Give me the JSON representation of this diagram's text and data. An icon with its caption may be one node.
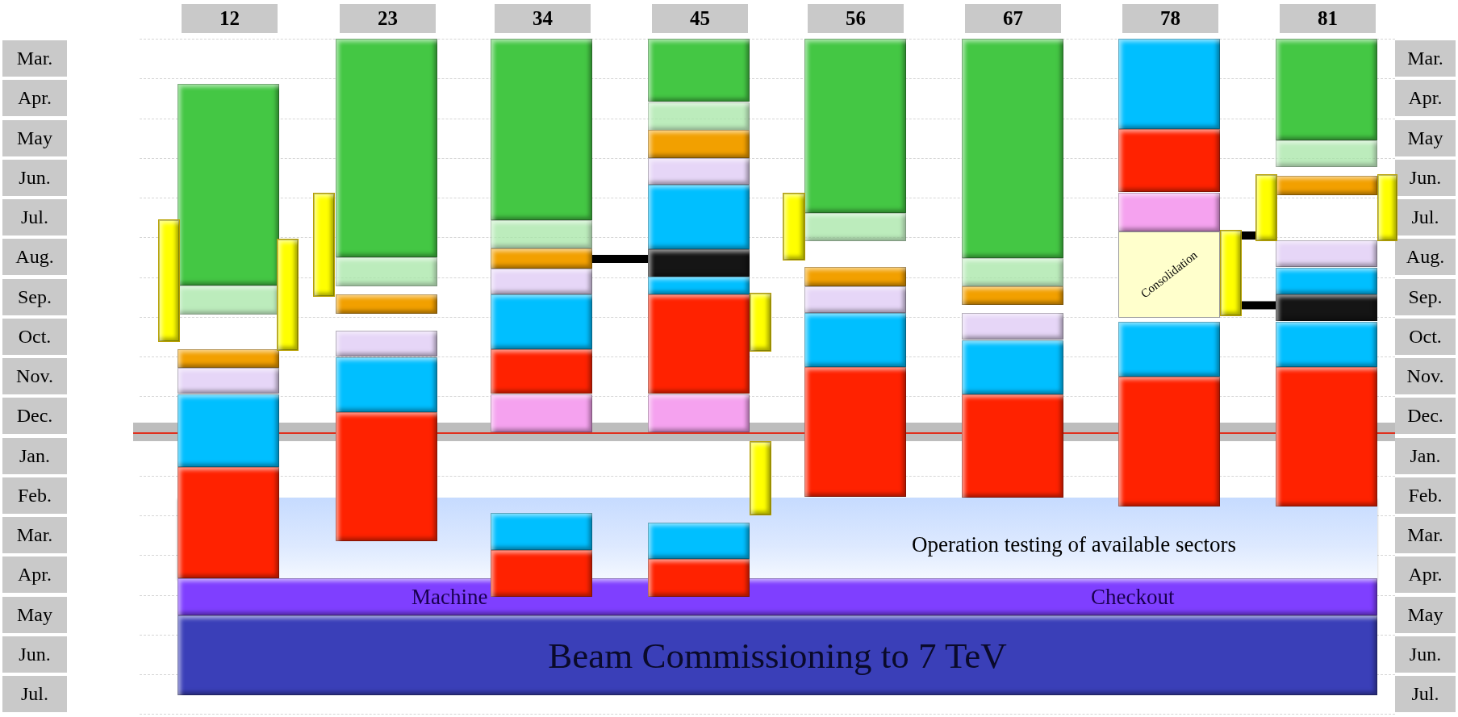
{
  "diagram": {
    "nodes": [
      {
        "text": [
          "12"
        ]
      },
      {
        "text": [
          "23"
        ]
      },
      {
        "text": [
          "34"
        ]
      },
      {
        "text": [
          "45"
        ]
      },
      {
        "text": [
          "56"
        ]
      },
      {
        "text": [
          "67"
        ]
      },
      {
        "text": [
          "78"
        ]
      },
      {
        "text": [
          "81"
        ]
      },
      {
        "text": [
          "Mar."
        ]
      },
      {
        "text": [
          "Apr."
        ]
      },
      {
        "text": [
          "May"
        ]
      },
      {
        "text": [
          "Jun."
        ]
      },
      {
        "text": [
          "Jul."
        ]
      },
      {
        "text": [
          "Aug."
        ]
      },
      {
        "text": [
          "Sep."
        ]
      },
      {
        "text": [
          "Oct."
        ]
      },
      {
        "text": [
          "Nov."
        ]
      },
      {
        "text": [
          "Dec."
        ]
      },
      {
        "text": [
          "Jan."
        ]
      },
      {
        "text": [
          "Feb."
        ]
      },
      {
        "text": [
          "Mar."
        ]
      },
      {
        "text": [
          "Apr."
        ]
      },
      {
        "text": [
          "May"
        ]
      },
      {
        "text": [
          "Jun."
        ]
      },
      {
        "text": [
          "Jul."
        ]
      },
      {
        "text": [
          "Mar."
        ]
      },
      {
        "text": [
          "Apr."
        ]
      },
      {
        "text": [
          "May"
        ]
      },
      {
        "text": [
          "Jun."
        ]
      },
      {
        "text": [
          "Jul."
        ]
      },
      {
        "text": [
          "Aug."
        ]
      },
      {
        "text": [
          "Sep."
        ]
      },
      {
        "text": [
          "Oct."
        ]
      },
      {
        "text": [
          "Nov."
        ]
      },
      {
        "text": [
          "Dec."
        ]
      },
      {
        "text": [
          "Jan."
        ]
      },
      {
        "text": [
          "Feb."
        ]
      },
      {
        "text": [
          "Mar."
        ]
      },
      {
        "text": [
          "Apr."
        ]
      },
      {
        "text": [
          "May"
        ]
      },
      {
        "text": [
          "Jun."
        ]
      },
      {
        "text": [
          "Jul."
        ]
      },
      {
        "text": [
          "Operation testing of available sectors"
        ]
      },
      {
        "text": [
          "Machine",
          "Checkout"
        ]
      },
      {
        "text": [
          "Beam Commissioning to 7 TeV"
        ]
      },
      {
        "text": [
          "Consolidation"
        ]
      },
      {
        "text": [],
        "shape": "bar"
      },
      {
        "text": [],
        "shape": "bar"
      },
      {
        "text": [],
        "shape": "bar"
      },
      {
        "text": [],
        "shape": "bar"
      },
      {
        "text": [],
        "shape": "bar"
      },
      {
        "text": [],
        "shape": "bar"
      },
      {
        "text": [],
        "shape": "bar"
      },
      {
        "text": [],
        "shape": "bar"
      },
      {
        "text": [],
        "shape": "bar"
      },
      {
        "text": [],
        "shape": "bar"
      },
      {
        "text": [],
        "shape": "bar"
      },
      {
        "text": [],
        "shape": "bar"
      },
      {
        "text": [],
        "shape": "bar"
      },
      {
        "text": [],
        "shape": "bar"
      },
      {
        "text": [],
        "shape": "bar"
      },
      {
        "text": [],
        "shape": "bar"
      },
      {
        "text": [],
        "shape": "bar"
      },
      {
        "text": [],
        "shape": "bar"
      },
      {
        "text": [],
        "shape": "bar"
      },
      {
        "text": [],
        "shape": "bar"
      },
      {
        "text": [],
        "shape": "bar"
      },
      {
        "text": [],
        "shape": "bar"
      },
      {
        "text": [],
        "shape": "bar"
      },
      {
        "text": [],
        "shape": "bar"
      },
      {
        "text": [],
        "shape": "bar"
      },
      {
        "text": [],
        "shape": "bar"
      },
      {
        "text": [],
        "shape": "bar"
      },
      {
        "text": [],
        "shape": "bar"
      },
      {
        "text": [],
        "shape": "bar"
      },
      {
        "text": [],
        "shape": "bar"
      },
      {
        "text": [],
        "shape": "bar"
      },
      {
        "text": [],
        "shape": "bar"
      },
      {
        "text": [],
        "shape": "bar"
      },
      {
        "text": [],
        "shape": "bar"
      },
      {
        "text": [],
        "shape": "bar"
      },
      {
        "text": [],
        "shape": "bar"
      },
      {
        "text": [],
        "shape": "bar"
      },
      {
        "text": [],
        "shape": "bar"
      },
      {
        "text": [],
        "shape": "bar"
      },
      {
        "text": [],
        "shape": "bar"
      },
      {
        "text": [],
        "shape": "bar"
      },
      {
        "text": [],
        "shape": "bar"
      },
      {
        "text": [],
        "shape": "bar"
      },
      {
        "text": [],
        "shape": "bar"
      },
      {
        "text": [],
        "shape": "bar"
      },
      {
        "text": [],
        "shape": "bar"
      },
      {
        "text": [],
        "shape": "bar"
      },
      {
        "text": [],
        "shape": "bar"
      },
      {
        "text": [],
        "shape": "bar"
      },
      {
        "text": [],
        "shape": "bar"
      },
      {
        "text": [],
        "shape": "bar"
      },
      {
        "text": [],
        "shape": "bar"
      },
      {
        "text": [],
        "shape": "bar"
      },
      {
        "text": [],
        "shape": "bar"
      },
      {
        "text": [],
        "shape": "bar"
      },
      {
        "text": [],
        "shape": "bar"
      },
      {
        "text": [],
        "shape": "bar"
      },
      {
        "text": [],
        "shape": "bar"
      },
      {
        "text": [],
        "shape": "bar"
      },
      {
        "text": [],
        "shape": "bar"
      },
      {
        "text": [],
        "shape": "bar"
      },
      {
        "text": [],
        "shape": "bar"
      },
      {
        "text": [],
        "shape": "bar"
      },
      {
        "text": [],
        "shape": "bar"
      },
      {
        "text": [],
        "shape": "bar"
      },
      {
        "text": [],
        "shape": "bar"
      }
    ],
    "edges": [
      {
        "from": 63,
        "to": 75,
        "arrow": "none"
      },
      {
        "from": 101,
        "to": 110,
        "arrow": "none"
      },
      {
        "from": 101,
        "to": 107,
        "arrow": "none"
      }
    ]
  }
}
